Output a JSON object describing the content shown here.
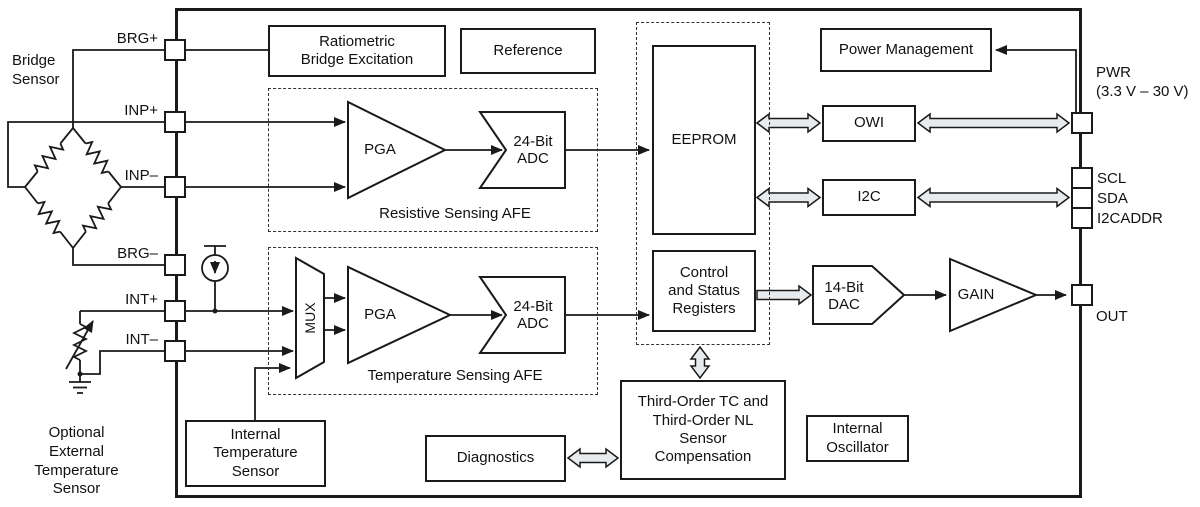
{
  "title": "Sensor signal conditioner block diagram",
  "colors": {
    "line": "#1a1a1a",
    "hollow_arrow_fill": "#e8ebed",
    "background": "#ffffff"
  },
  "external": {
    "bridge_sensor": "Bridge\nSensor",
    "optional_ext": "Optional\nExternal\nTemperature\nSensor"
  },
  "pins": {
    "brg_p": "BRG+",
    "inp_p": "INP+",
    "inp_n": "INP–",
    "brg_n": "BRG–",
    "int_p": "INT+",
    "int_n": "INT–",
    "pwr": "PWR\n(3.3 V – 30 V)",
    "scl": "SCL",
    "sda": "SDA",
    "i2caddr": "I2CADDR",
    "out": "OUT"
  },
  "blocks": {
    "ratiometric": "Ratiometric\nBridge Excitation",
    "reference": "Reference",
    "pga1": "PGA",
    "adc1": "24-Bit\nADC",
    "resistive_afe": "Resistive Sensing AFE",
    "mux": "MUX",
    "pga2": "PGA",
    "adc2": "24-Bit\nADC",
    "temp_afe": "Temperature Sensing AFE",
    "eeprom": "EEPROM",
    "control": "Control\nand Status\nRegisters",
    "power_mgmt": "Power Management",
    "owi": "OWI",
    "i2c": "I2C",
    "dac": "14-Bit\nDAC",
    "gain": "GAIN",
    "oscillator": "Internal\nOscillator",
    "compensation": "Third-Order TC and\nThird-Order NL\nSensor\nCompensation",
    "diagnostics": "Diagnostics",
    "int_temp_sensor": "Internal\nTemperature\nSensor"
  }
}
